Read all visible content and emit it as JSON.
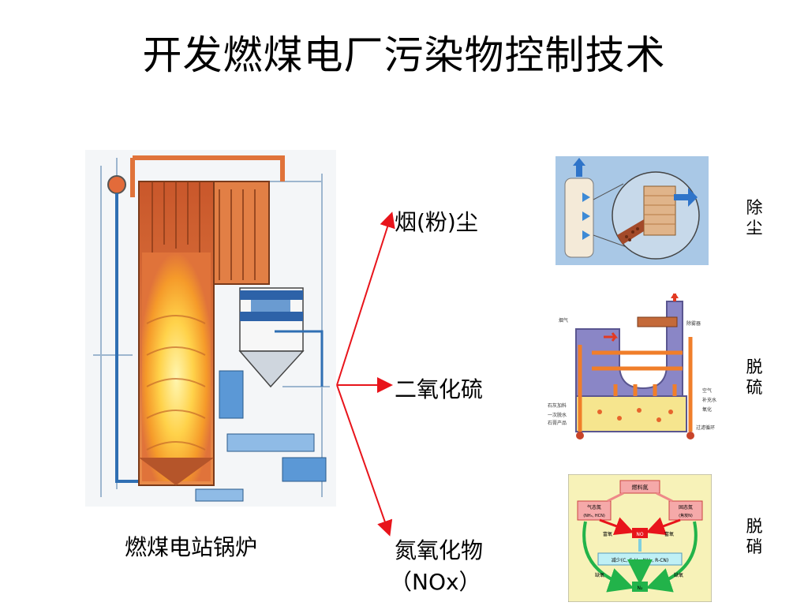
{
  "slide": {
    "title": "开发燃煤电厂污染物控制技术",
    "boiler_caption": "燃煤电站锅炉",
    "pollutants": {
      "dust": "烟(粉)尘",
      "so2": "二氧化硫",
      "nox_line1": "氮氧化物",
      "nox_line2": "（NOx）"
    },
    "controls": {
      "dust_removal": [
        "除",
        "尘"
      ],
      "desulfurization": [
        "脱",
        "硫"
      ],
      "denitration": [
        "脱",
        "硝"
      ]
    },
    "fgd_diagram": {
      "flue_gas": "烟气",
      "demister": "除雾器",
      "air": "空气",
      "makeup_water": "补充水",
      "oxidation": "氧化",
      "limestone_feed": "石灰加料",
      "primary_dewatering": "一次脱水",
      "gypsum_product": "石膏产品",
      "filter_recycle": "过滤循环"
    },
    "nox_diagram": {
      "fuel_n": "燃料氮",
      "gas_n": "气态氮",
      "gas_n_sub": "(NH₃, HCN)",
      "solid_n": "固态氮",
      "solid_n_sub": "(焦炭N)",
      "rich_o_left": "富氧",
      "rich_o_right": "富氧",
      "no": "NO",
      "reduce": "减少(C, CₓHₓ, NH₃, R-CN)",
      "lean_o_left": "缺氧",
      "lean_o_right": "缺氧",
      "n2": "N₂"
    }
  },
  "colors": {
    "arrow": "#e8141b",
    "boiler_orange": "#e0733a",
    "pipe_blue": "#3a7fc4",
    "nox_bg": "#f7f2b8"
  }
}
